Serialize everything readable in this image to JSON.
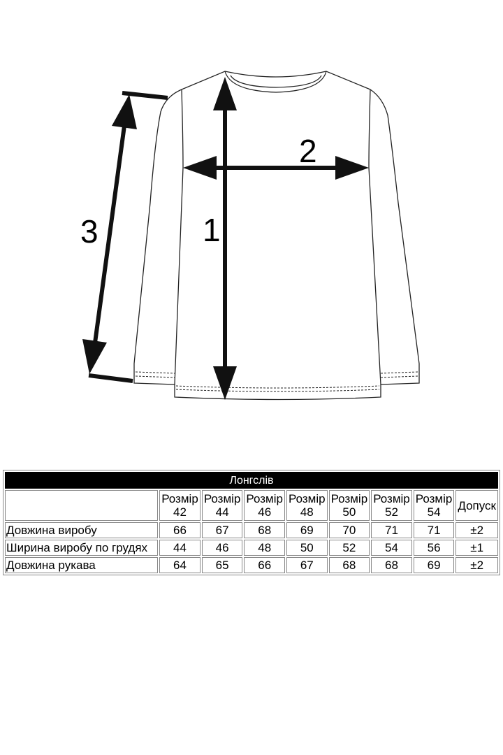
{
  "diagram": {
    "labels": [
      "1",
      "2",
      "3"
    ]
  },
  "table": {
    "title": "Лонгслів",
    "columns": [
      "Розмір 42",
      "Розмір 44",
      "Розмір 46",
      "Розмір 48",
      "Розмір 50",
      "Розмір 52",
      "Розмір 54",
      "Допуск"
    ],
    "col_top": [
      "Розмір",
      "Розмір",
      "Розмір",
      "Розмір",
      "Розмір",
      "Розмір",
      "Розмір"
    ],
    "col_num": [
      "42",
      "44",
      "46",
      "48",
      "50",
      "52",
      "54"
    ],
    "tolerance_header": "Допуск",
    "rows": [
      {
        "label": "Довжина виробу",
        "values": [
          "66",
          "67",
          "68",
          "69",
          "70",
          "71",
          "71"
        ],
        "tolerance": "±2"
      },
      {
        "label": "Ширина виробу по грудях",
        "values": [
          "44",
          "46",
          "48",
          "50",
          "52",
          "54",
          "56"
        ],
        "tolerance": "±1"
      },
      {
        "label": "Довжина рукава",
        "values": [
          "64",
          "65",
          "66",
          "67",
          "68",
          "68",
          "69"
        ],
        "tolerance": "±2"
      }
    ]
  }
}
